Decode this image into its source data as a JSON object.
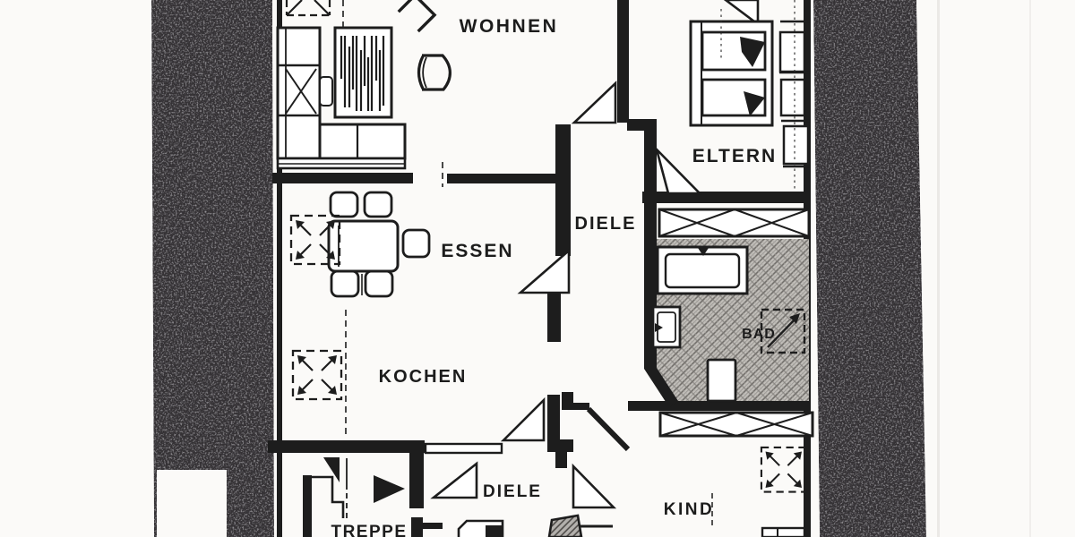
{
  "page": {
    "kind": "scanned apartment floor plan",
    "language": "de"
  },
  "colors": {
    "ink": "#1d1d1d",
    "paper": "#fbfaf8",
    "scan_band": "#343136",
    "bath_hatch_base": "#c2bfba"
  },
  "rooms": [
    {
      "id": "wohnen",
      "label": "WOHNEN"
    },
    {
      "id": "eltern",
      "label": "ELTERN"
    },
    {
      "id": "diele-upper",
      "label": "DIELE"
    },
    {
      "id": "essen",
      "label": "ESSEN"
    },
    {
      "id": "kochen",
      "label": "KOCHEN"
    },
    {
      "id": "bad",
      "label": "BAD"
    },
    {
      "id": "diele-lower",
      "label": "DIELE"
    },
    {
      "id": "treppe",
      "label": "TREPPE"
    },
    {
      "id": "kind",
      "label": "KIND"
    }
  ]
}
